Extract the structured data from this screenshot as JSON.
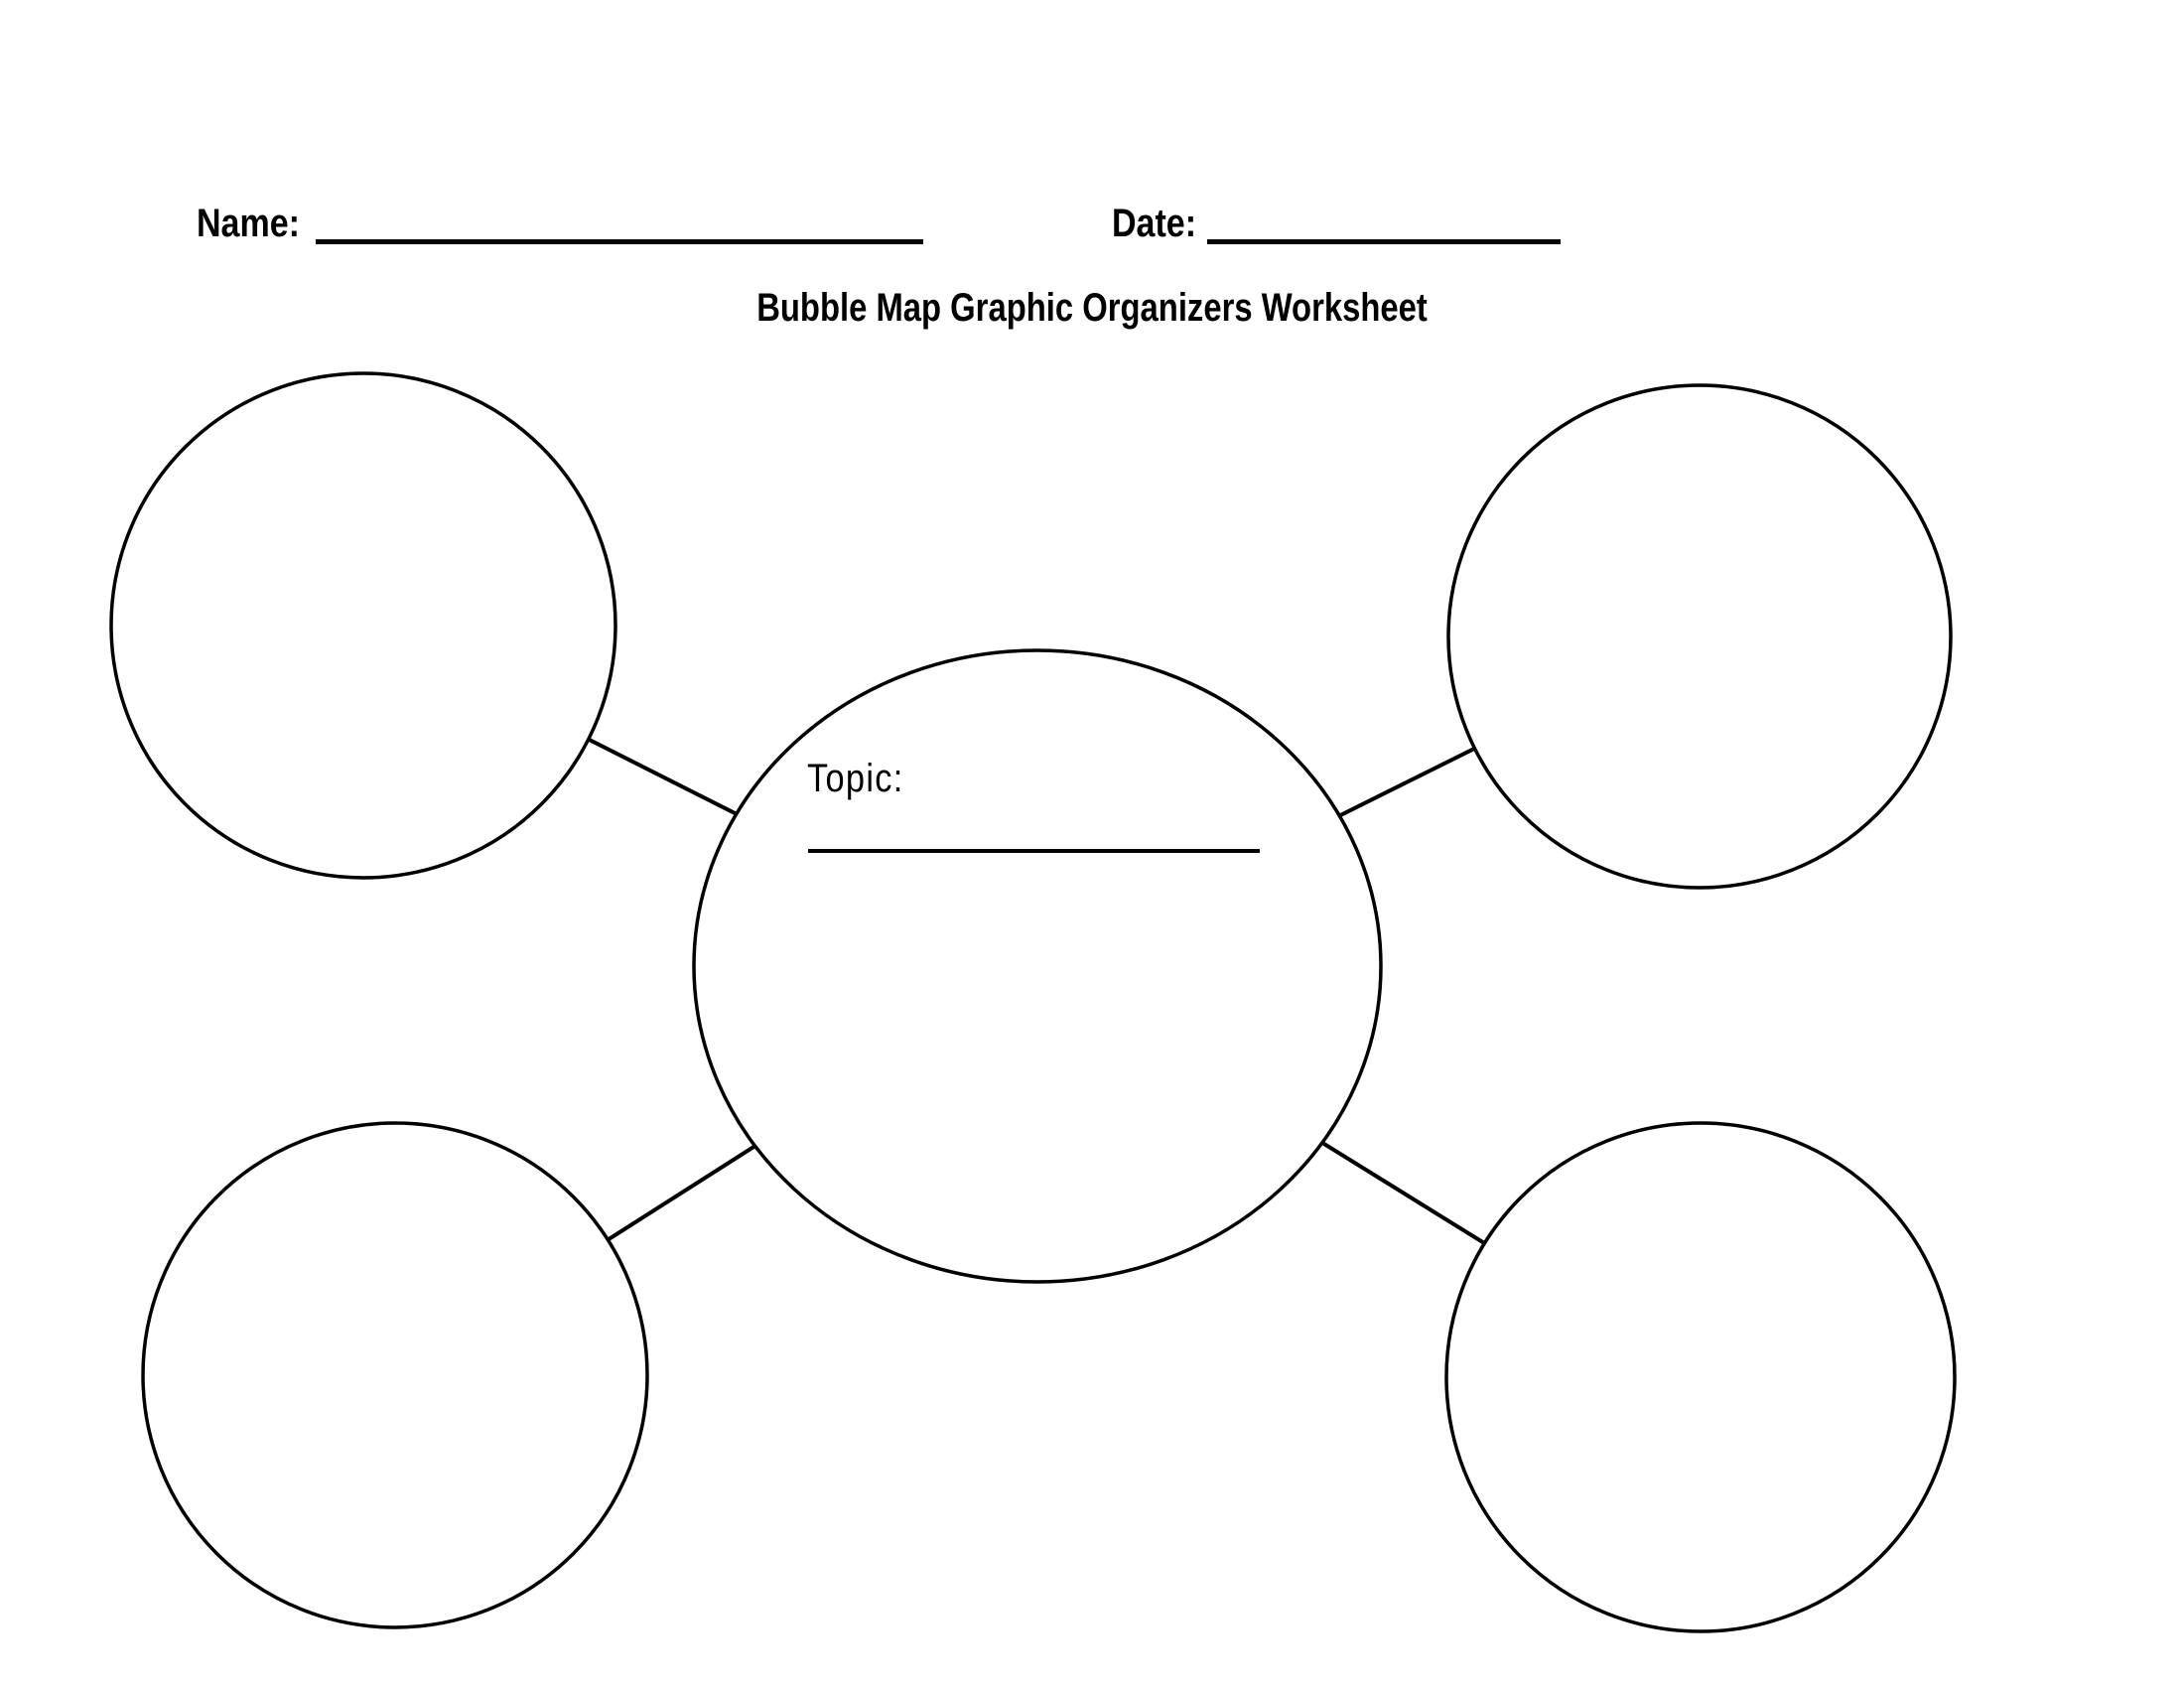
{
  "page": {
    "title": "Bubble Map Graphic Organizers Worksheet"
  },
  "header": {
    "name_label": "Name:",
    "name_value": "",
    "date_label": "Date:",
    "date_value": ""
  },
  "diagram": {
    "type": "bubble-map",
    "topic_label": "Topic:",
    "topic_value": "",
    "center_bubble": {
      "id": "center-topic",
      "value": ""
    },
    "outer_bubbles": [
      {
        "id": "top-left",
        "value": ""
      },
      {
        "id": "top-right",
        "value": ""
      },
      {
        "id": "bottom-left",
        "value": ""
      },
      {
        "id": "bottom-right",
        "value": ""
      }
    ]
  },
  "colors": {
    "ink": "#000000",
    "paper": "#ffffff"
  }
}
